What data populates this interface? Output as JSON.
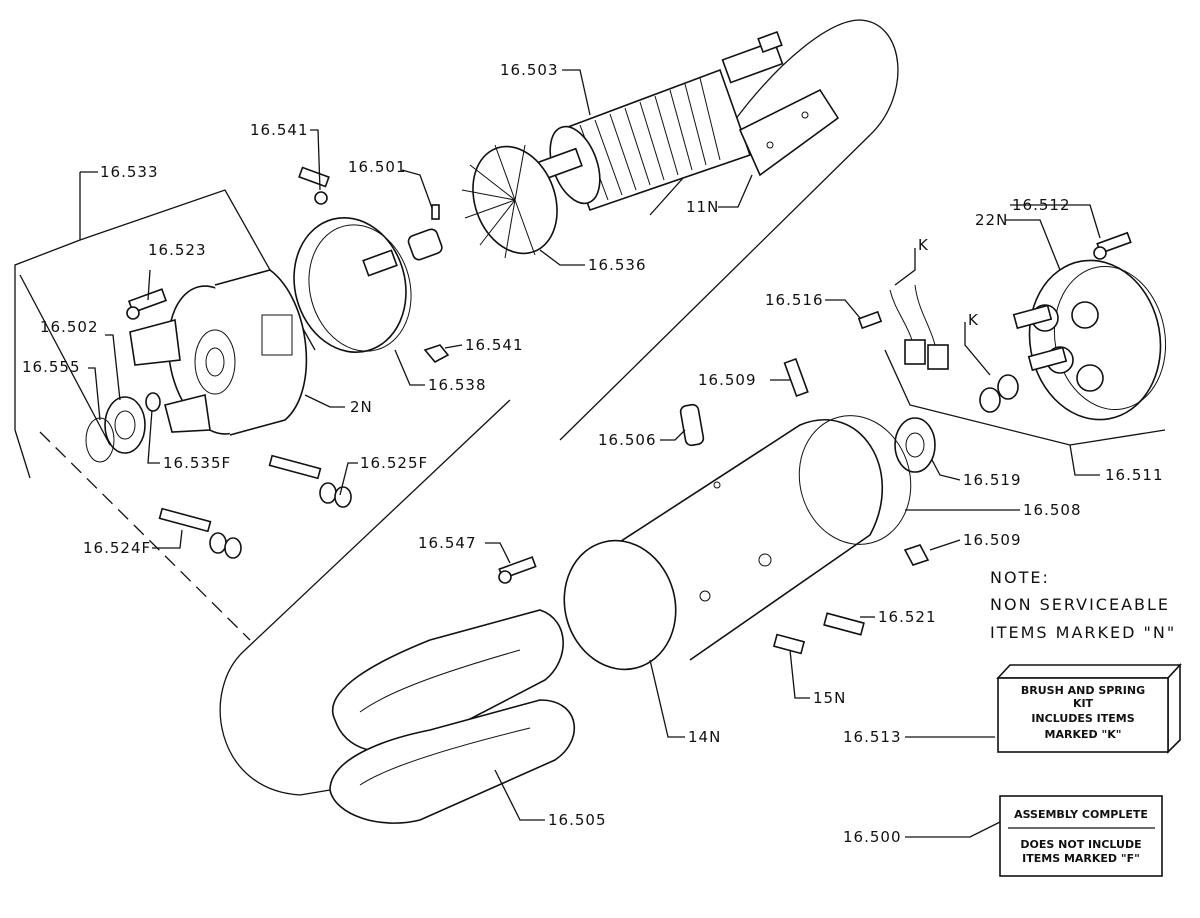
{
  "labels": {
    "l16503": "16.503",
    "l16541a": "16.541",
    "l16501": "16.501",
    "l16533": "16.533",
    "l11N": "11N",
    "l16523": "16.523",
    "l16536": "16.536",
    "l16512": "16.512",
    "l22N": "22N",
    "lK1": "K",
    "lK2": "K",
    "l16516": "16.516",
    "l16502": "16.502",
    "l16541b": "16.541",
    "l16555": "16.555",
    "l16538": "16.538",
    "l2N": "2N",
    "l16509a": "16.509",
    "l16506": "16.506",
    "l16535F": "16.535F",
    "l16525F": "16.525F",
    "l16519": "16.519",
    "l16511": "16.511",
    "l16508": "16.508",
    "l16524F": "16.524F",
    "l16547": "16.547",
    "l16509b": "16.509",
    "l16521": "16.521",
    "l15N": "15N",
    "l14N": "14N",
    "l16513": "16.513",
    "l16505": "16.505",
    "l16500": "16.500"
  },
  "note": {
    "line1": "NOTE:",
    "line2": "NON SERVICEABLE",
    "line3": "ITEMS MARKED \"N\""
  },
  "kit_box": {
    "line1": "BRUSH AND SPRING",
    "line2": "KIT",
    "line3": "INCLUDES ITEMS",
    "line4": "MARKED \"K\""
  },
  "assembly_box": {
    "line1": "ASSEMBLY COMPLETE",
    "line2": "DOES NOT INCLUDE",
    "line3": "ITEMS MARKED \"F\""
  }
}
